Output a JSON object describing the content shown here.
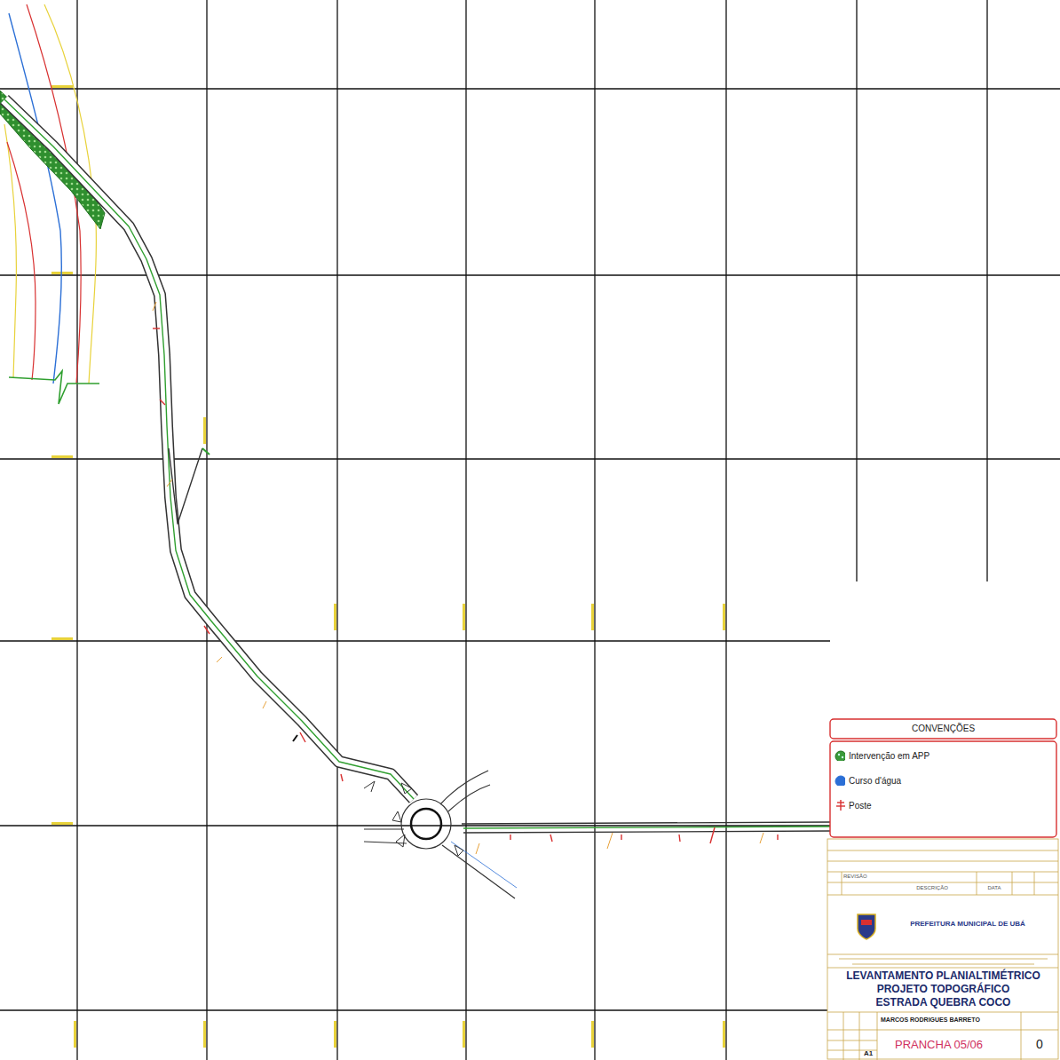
{
  "diagram": {
    "labels": [
      "CONVENÇÕES",
      "PREFEITURA MUNICIPAL DE UBÁ",
      "LEVANTAMENTO PLANIALTIMÉTRICO",
      "PROJETO TOPOGRÁFICO",
      "ESTRADA QUEBRA COCO",
      "MARCOS RODRIGUES BARRETO",
      "PRANCHA 05/06",
      "0",
      "A1",
      "REVISÃO",
      "DESCRIÇÃO",
      "DATA"
    ],
    "legend": [
      {
        "text": "Intervenção em APP",
        "color": "#3a9a3a"
      },
      {
        "text": "Curso d'água",
        "color": "#2b6fd6"
      },
      {
        "text": "Poste"
      }
    ]
  }
}
